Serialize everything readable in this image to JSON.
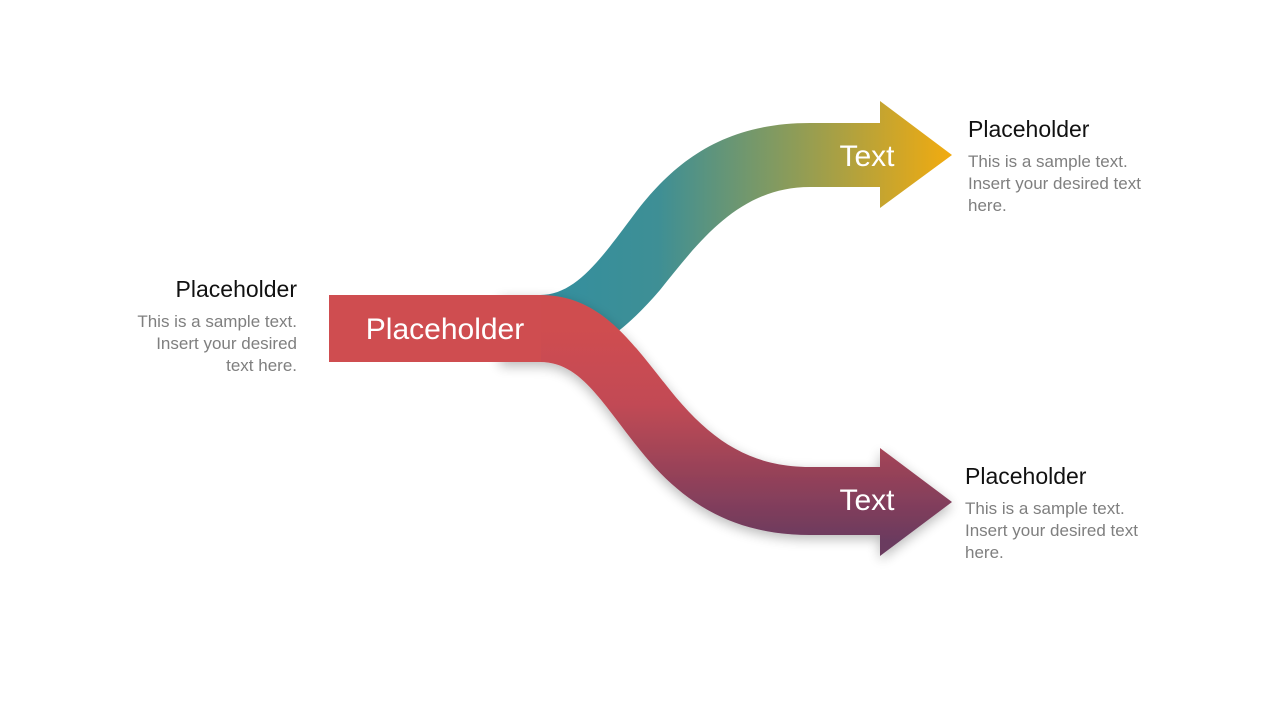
{
  "diagram": {
    "center_label": "Placeholder",
    "top_arrow_label": "Text",
    "bottom_arrow_label": "Text"
  },
  "left": {
    "title": "Placeholder",
    "lines": [
      "This is a sample text.",
      "Insert your desired",
      "text here."
    ]
  },
  "top_right": {
    "title": "Placeholder",
    "lines": [
      "This is a sample text.",
      "Insert your desired text",
      "here."
    ]
  },
  "bottom_right": {
    "title": "Placeholder",
    "lines": [
      "This is a sample text.",
      "Insert your desired text",
      "here."
    ]
  },
  "colors": {
    "red": "#cf4d50",
    "teal": "#2f8fa3",
    "olive": "#8d9c58",
    "gold": "#f2ab0f",
    "plum": "#6b3a5e"
  }
}
